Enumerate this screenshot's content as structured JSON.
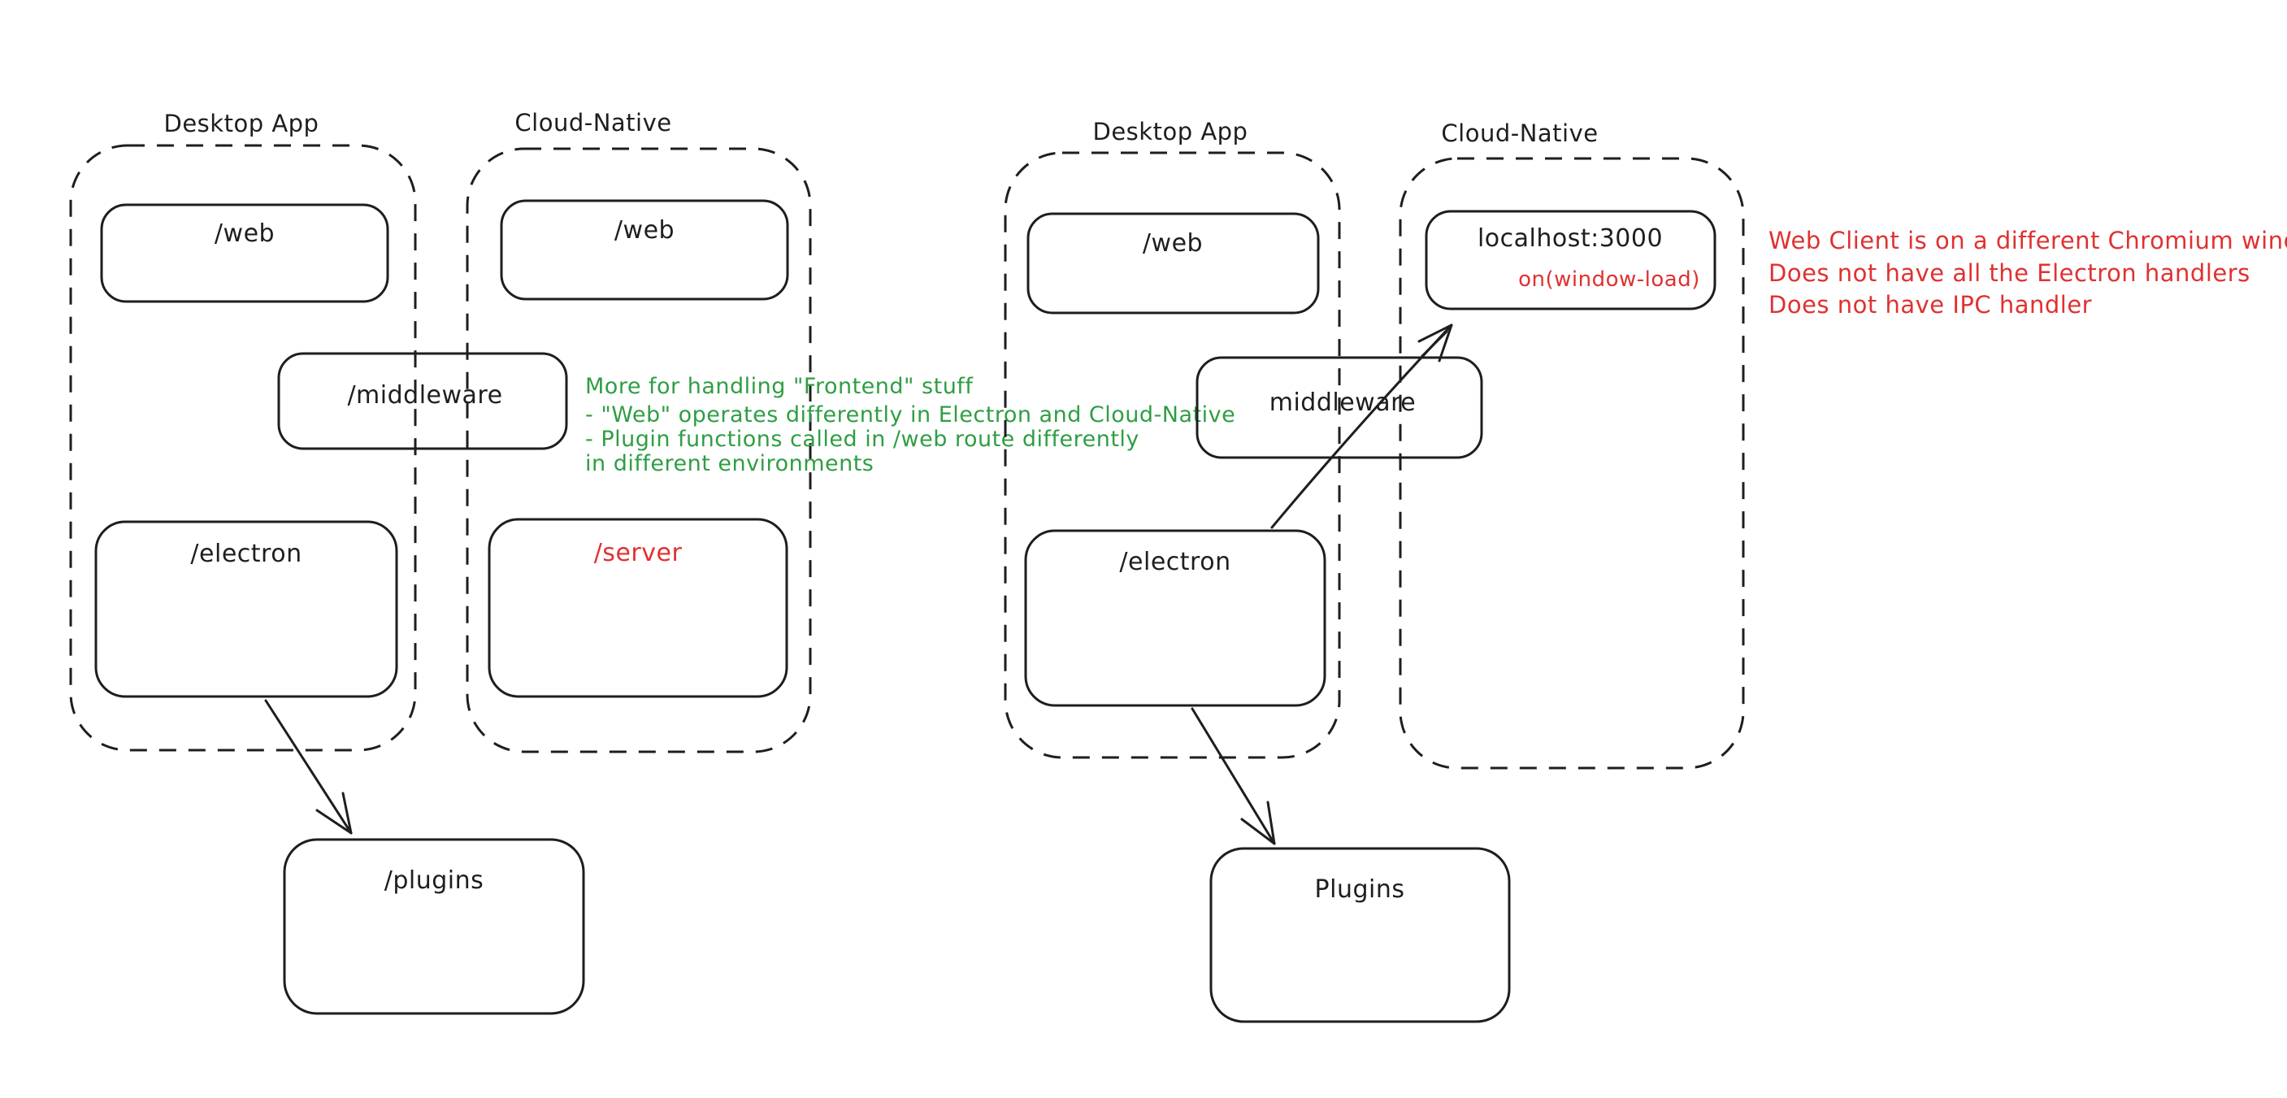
{
  "colors": {
    "stroke": "#1e1e1e",
    "red": "#e03131",
    "green": "#2f9e44",
    "canvas_bg": "#ffffff"
  },
  "left": {
    "desktop_app": {
      "label": "Desktop App"
    },
    "cloud_native": {
      "label": "Cloud-Native"
    },
    "web_desktop": {
      "label": "/web"
    },
    "web_cloud": {
      "label": "/web"
    },
    "middleware": {
      "label": "/middleware"
    },
    "electron": {
      "label": "/electron"
    },
    "server": {
      "label": "/server",
      "color": "#e03131"
    },
    "plugins": {
      "label": "/plugins"
    }
  },
  "right": {
    "desktop_app": {
      "label": "Desktop App"
    },
    "cloud_native": {
      "label": "Cloud-Native"
    },
    "web_desktop": {
      "label": "/web"
    },
    "localhost": {
      "label": "localhost:3000",
      "sub_label": "on(window-load)",
      "sub_color": "#e03131"
    },
    "middleware": {
      "label": "middleware"
    },
    "electron": {
      "label": "/electron"
    },
    "plugins": {
      "label": "Plugins"
    }
  },
  "notes": {
    "green": {
      "color": "#2f9e44",
      "lines": [
        "More for handling \"Frontend\" stuff",
        "- \"Web\" operates differently in Electron and Cloud-Native",
        "- Plugin functions called in /web route differently",
        "in different environments"
      ]
    },
    "red": {
      "color": "#e03131",
      "lines": [
        "Web Client is on a different Chromium window",
        "Does not have all the Electron handlers",
        "Does not have IPC handler"
      ]
    }
  }
}
